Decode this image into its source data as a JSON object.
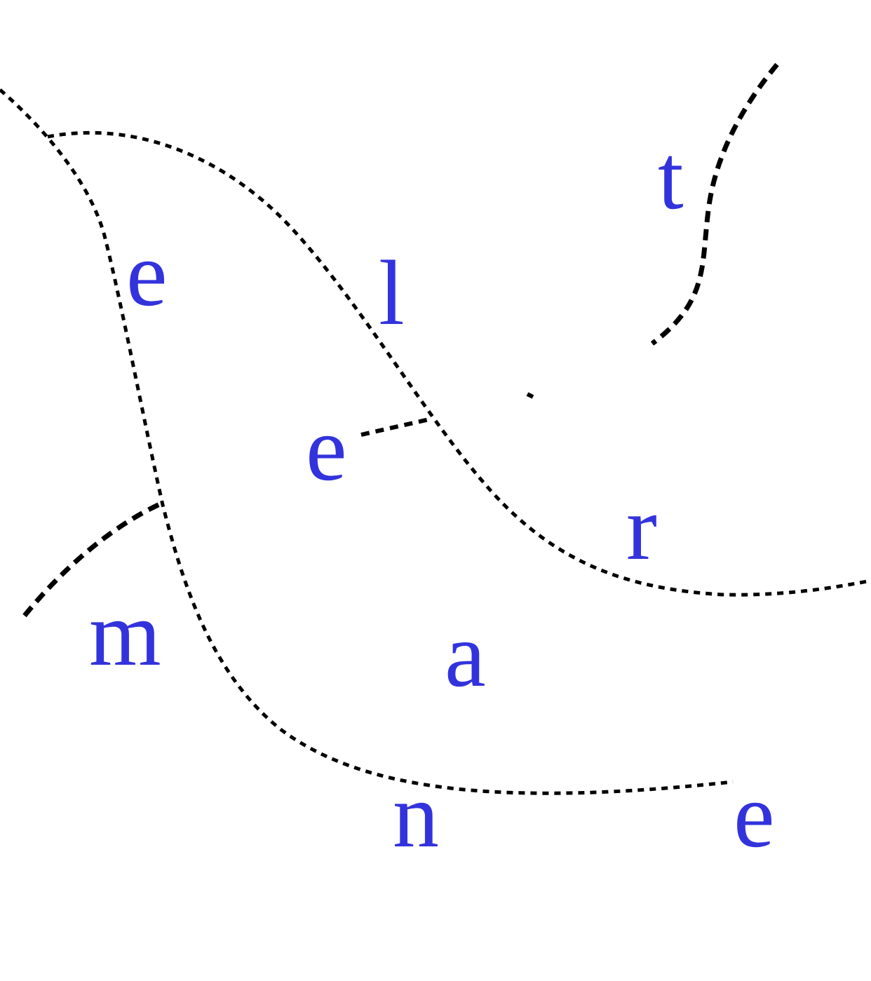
{
  "letters": {
    "l1": "e",
    "l2": "l",
    "l3": "t",
    "l4": "e",
    "l5": "r",
    "l6": "m",
    "l7": "a",
    "l8": "n",
    "l9": "e"
  },
  "colors": {
    "letter": "#3333dd",
    "line": "#000000",
    "background": "#ffffff"
  }
}
